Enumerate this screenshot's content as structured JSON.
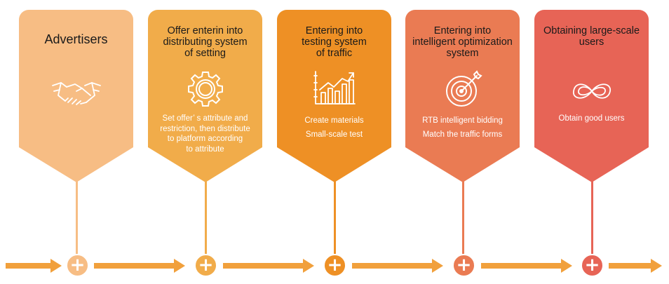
{
  "colors": {
    "stage1": "#f7bd84",
    "stage2": "#f1ac4a",
    "stage3": "#ee9025",
    "stage4": "#ea7b53",
    "stage5": "#e76456",
    "arrow": "#f1a03c",
    "title_text": "#1a1a1a",
    "desc_text": "#ffffff"
  },
  "stages": [
    {
      "title": [
        "Advertisers"
      ],
      "icon": "handshake-icon",
      "desc": []
    },
    {
      "title": [
        "Offer enterin into",
        "distributing system",
        "of setting"
      ],
      "icon": "gear-icon",
      "desc": [
        "Set offer’ s attribute and",
        "restriction, then distribute",
        "to platform according",
        "to attribute"
      ]
    },
    {
      "title": [
        "Entering into",
        "testing system",
        "of traffic"
      ],
      "icon": "growth-chart-icon",
      "desc": [
        "Create materials",
        "Small-scale test"
      ]
    },
    {
      "title": [
        "Entering into",
        "intelligent optimization",
        "system"
      ],
      "icon": "target-icon",
      "desc": [
        "RTB intelligent bidding",
        "Match the traffic forms"
      ]
    },
    {
      "title": [
        "Obtaining large-scale",
        "users"
      ],
      "icon": "infinity-icon",
      "desc": [
        "Obtain good users"
      ]
    }
  ],
  "node_symbol": "+"
}
